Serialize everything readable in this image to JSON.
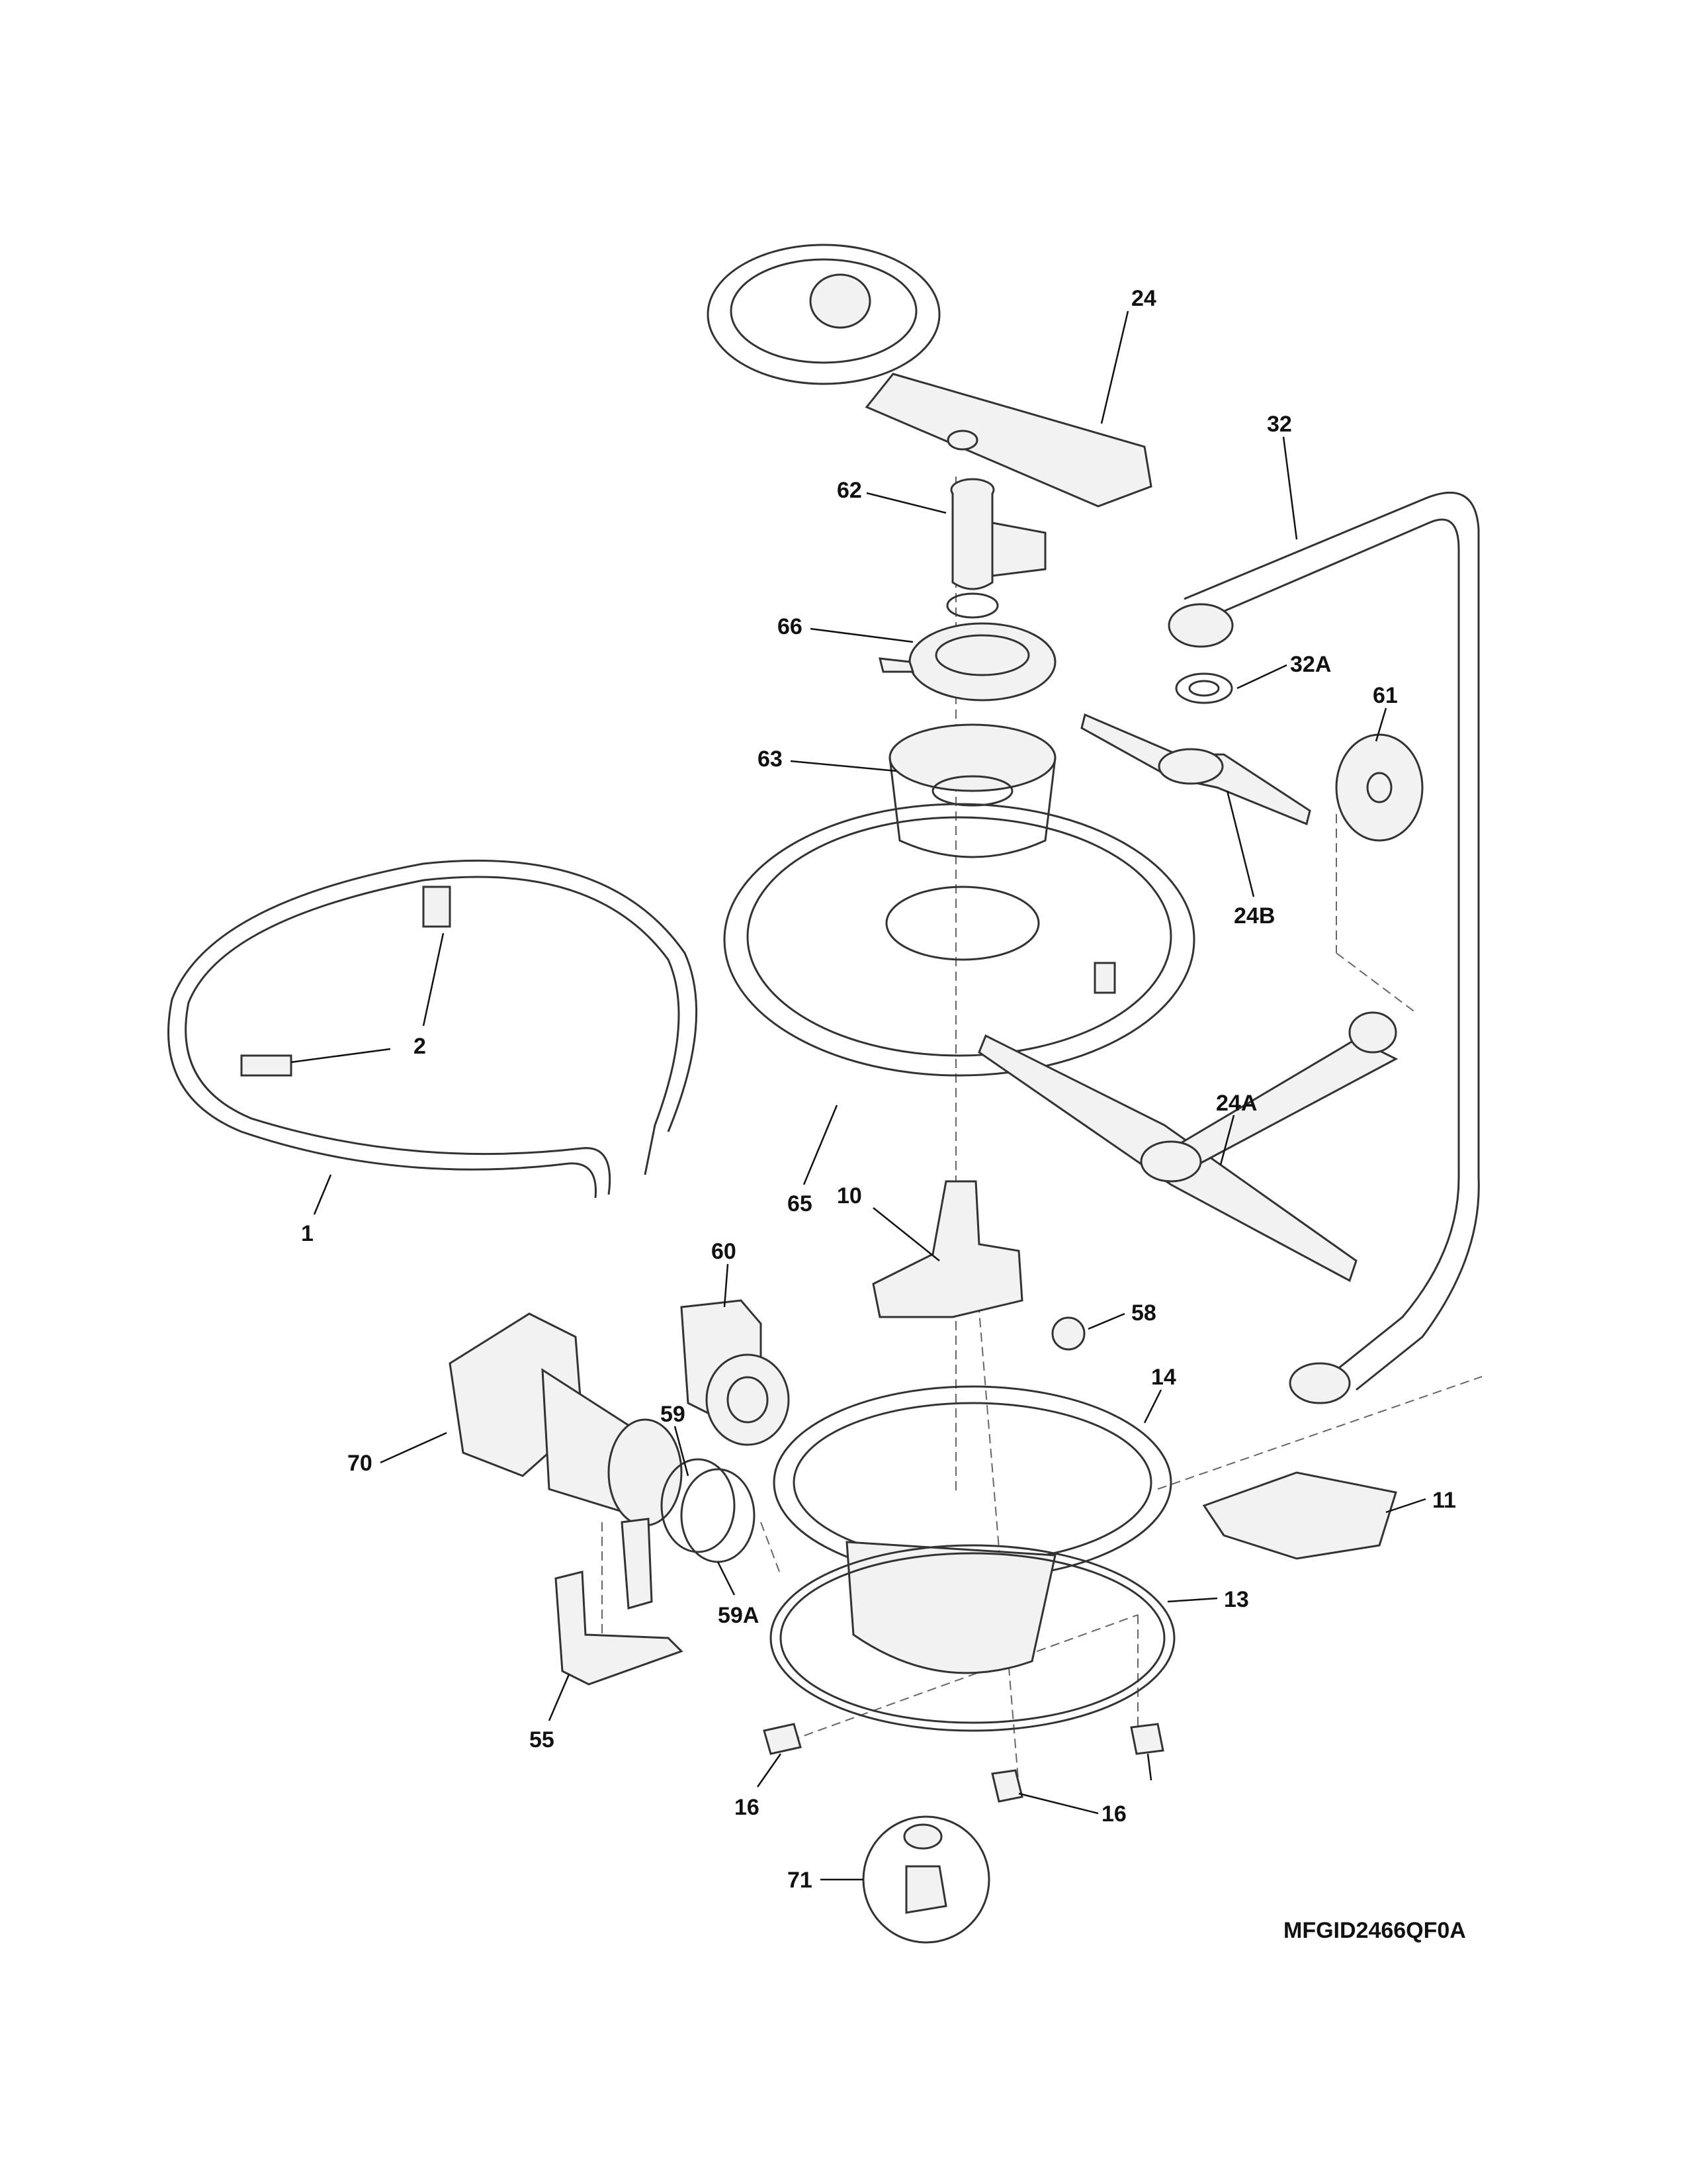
{
  "diagram_code": "MFGID2466QF0A",
  "labels": {
    "p24": "24",
    "p32": "32",
    "p62": "62",
    "p66": "66",
    "p32a": "32A",
    "p61": "61",
    "p63": "63",
    "p24b": "24B",
    "p2": "2",
    "p24a": "24A",
    "p65": "65",
    "p1": "1",
    "p10": "10",
    "p60": "60",
    "p58": "58",
    "p14": "14",
    "p59": "59",
    "p70": "70",
    "p11": "11",
    "p13": "13",
    "p59a": "59A",
    "p55": "55",
    "p16a": "16",
    "p16b": "16",
    "p71": "71"
  }
}
